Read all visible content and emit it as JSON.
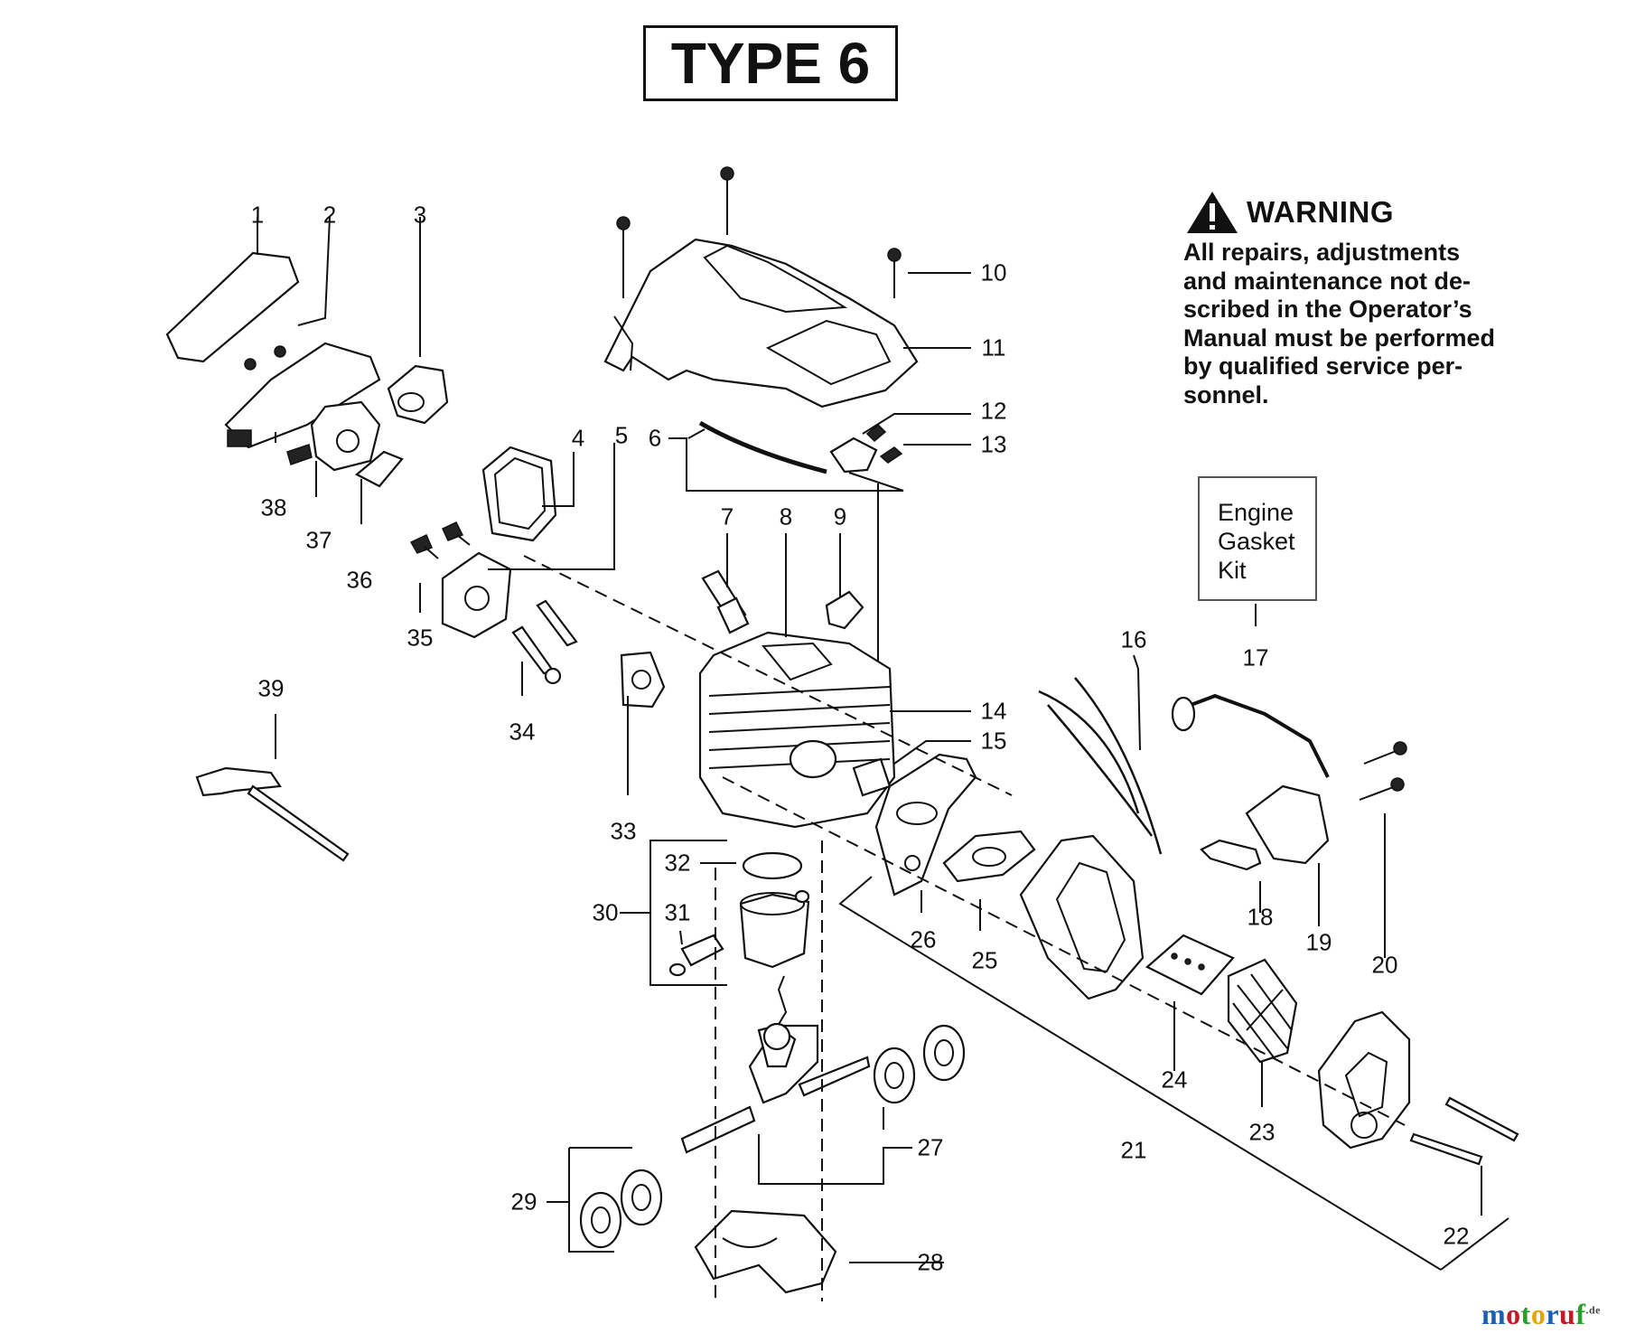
{
  "title": "TYPE 6",
  "warning": {
    "heading": "WARNING",
    "lines": [
      "All repairs, adjustments",
      "and maintenance not de-",
      "scribed in the Operator’s",
      "Manual must be performed",
      "by qualified service per-",
      "sonnel."
    ]
  },
  "kit_label": {
    "lines": [
      "Engine",
      "Gasket",
      "Kit"
    ]
  },
  "part_numbers": [
    "1",
    "2",
    "3",
    "4",
    "5",
    "6",
    "7",
    "8",
    "9",
    "10",
    "11",
    "12",
    "13",
    "14",
    "15",
    "16",
    "17",
    "18",
    "19",
    "20",
    "21",
    "22",
    "23",
    "24",
    "25",
    "26",
    "27",
    "28",
    "29",
    "30",
    "31",
    "32",
    "33",
    "34",
    "35",
    "36",
    "37",
    "38",
    "39"
  ],
  "watermark": {
    "text": "motoruf",
    "suffix": ".de",
    "colors": [
      "#1a5fb4",
      "#c01c28",
      "#2a9d2a",
      "#e5a50a",
      "#1a5fb4",
      "#c01c28",
      "#2a9d2a"
    ]
  },
  "icons": [
    "warning-triangle-icon"
  ]
}
